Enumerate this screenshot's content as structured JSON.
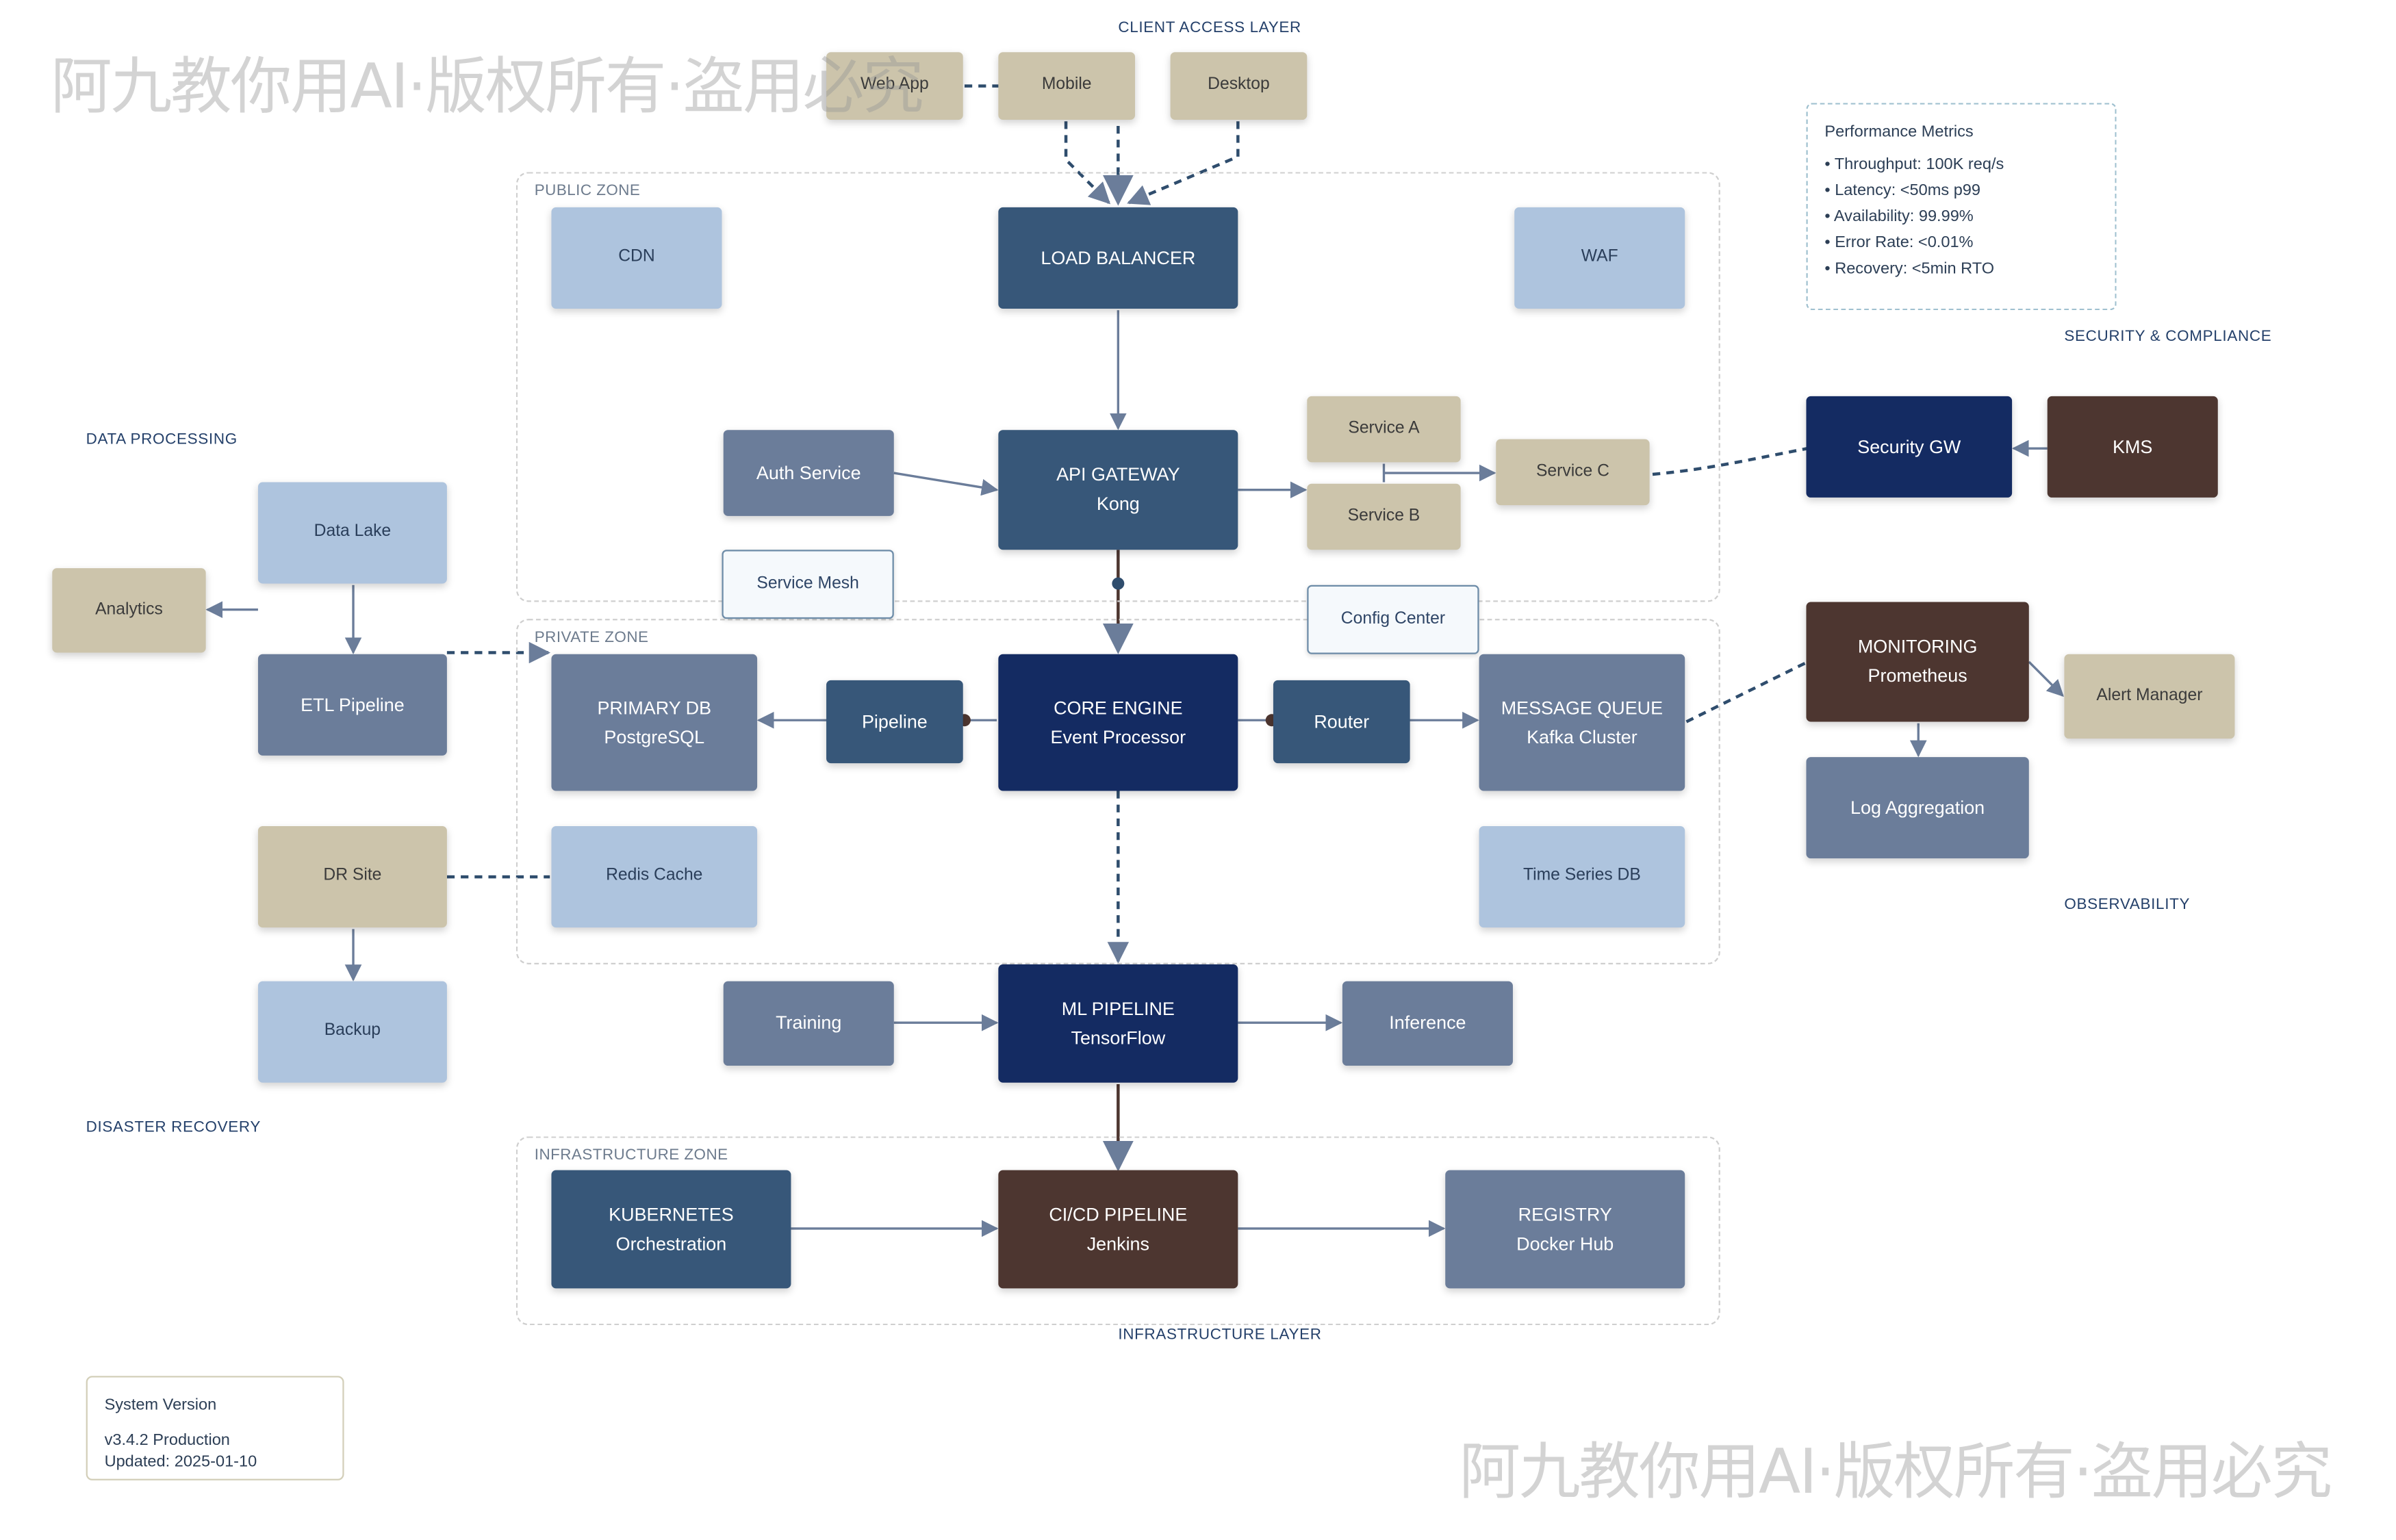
{
  "watermarks": [
    "阿九教你用AI·版权所有·盗用必究",
    "阿九教你用AI·版权所有·盗用必究"
  ],
  "sections": {
    "client_access": "CLIENT ACCESS LAYER",
    "security": "SECURITY & COMPLIANCE",
    "data_processing": "DATA PROCESSING",
    "observability": "OBSERVABILITY",
    "disaster_recovery": "DISASTER RECOVERY",
    "infrastructure_layer": "INFRASTRUCTURE LAYER"
  },
  "zones": {
    "public": "PUBLIC ZONE",
    "private": "PRIVATE ZONE",
    "infrastructure": "INFRASTRUCTURE ZONE"
  },
  "nodes": {
    "web_app": {
      "title": "Web App"
    },
    "mobile": {
      "title": "Mobile"
    },
    "desktop": {
      "title": "Desktop"
    },
    "cdn": {
      "title": "CDN"
    },
    "load_balancer": {
      "title": "LOAD BALANCER"
    },
    "waf": {
      "title": "WAF"
    },
    "auth_service": {
      "title": "Auth Service"
    },
    "api_gateway": {
      "title": "API GATEWAY",
      "sub": "Kong"
    },
    "service_a": {
      "title": "Service A"
    },
    "service_b": {
      "title": "Service B"
    },
    "service_c": {
      "title": "Service C"
    },
    "service_mesh": {
      "title": "Service Mesh"
    },
    "config_center": {
      "title": "Config Center"
    },
    "security_gw": {
      "title": "Security GW"
    },
    "kms": {
      "title": "KMS"
    },
    "data_lake": {
      "title": "Data Lake"
    },
    "analytics": {
      "title": "Analytics"
    },
    "etl_pipeline": {
      "title": "ETL Pipeline"
    },
    "primary_db": {
      "title": "PRIMARY DB",
      "sub": "PostgreSQL"
    },
    "pipeline": {
      "title": "Pipeline"
    },
    "core_engine": {
      "title": "CORE ENGINE",
      "sub": "Event Processor"
    },
    "router": {
      "title": "Router"
    },
    "message_queue": {
      "title": "MESSAGE QUEUE",
      "sub": "Kafka Cluster"
    },
    "monitoring": {
      "title": "MONITORING",
      "sub": "Prometheus"
    },
    "alert_manager": {
      "title": "Alert Manager"
    },
    "log_aggregation": {
      "title": "Log Aggregation"
    },
    "dr_site": {
      "title": "DR Site"
    },
    "redis_cache": {
      "title": "Redis Cache"
    },
    "time_series_db": {
      "title": "Time Series DB"
    },
    "backup": {
      "title": "Backup"
    },
    "training": {
      "title": "Training"
    },
    "ml_pipeline": {
      "title": "ML PIPELINE",
      "sub": "TensorFlow"
    },
    "inference": {
      "title": "Inference"
    },
    "kubernetes": {
      "title": "KUBERNETES",
      "sub": "Orchestration"
    },
    "cicd": {
      "title": "CI/CD PIPELINE",
      "sub": "Jenkins"
    },
    "registry": {
      "title": "REGISTRY",
      "sub": "Docker Hub"
    }
  },
  "metrics": {
    "title": "Performance Metrics",
    "items": [
      "• Throughput: 100K req/s",
      "• Latency: <50ms p99",
      "• Availability: 99.99%",
      "• Error Rate: <0.01%",
      "• Recovery: <5min RTO"
    ]
  },
  "version": {
    "title": "System Version",
    "line1": "v3.4.2 Production",
    "line2": "Updated: 2025-01-10"
  },
  "colors": {
    "navy": "#142b62",
    "steel_blue": "#375779",
    "slate": "#6b7d9a",
    "light_blue": "#aec4de",
    "khaki": "#ccc4ab",
    "brown": "#4d3630",
    "edge": "#6b7d9a",
    "edge_dashed": "#2f4d6d"
  }
}
